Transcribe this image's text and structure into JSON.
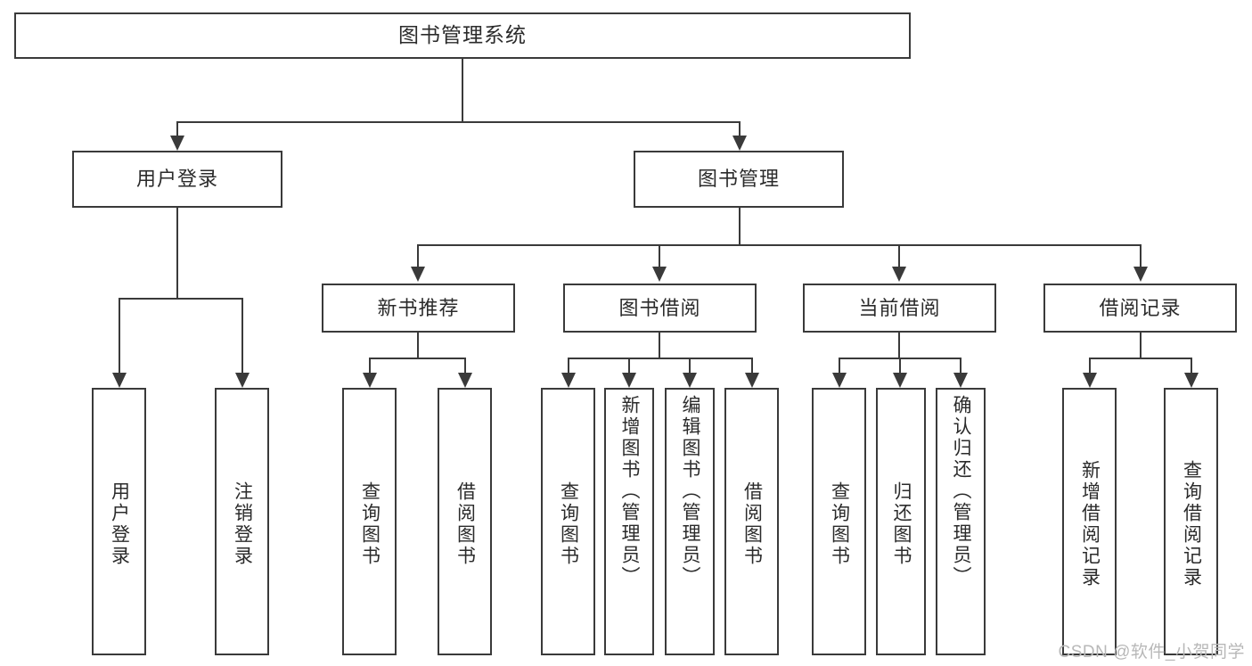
{
  "diagram": {
    "title": "图书管理系统",
    "type": "tree",
    "watermark": "CSDN @软件_小贺同学",
    "colors": {
      "stroke": "#3a3a3a",
      "text": "#2b2b2b",
      "background": "#ffffff",
      "watermark": "#b8b8b8"
    },
    "root": {
      "label": "图书管理系统"
    },
    "level1": [
      {
        "label": "用户登录"
      },
      {
        "label": "图书管理"
      }
    ],
    "level2": [
      {
        "label": "新书推荐"
      },
      {
        "label": "图书借阅"
      },
      {
        "label": "当前借阅"
      },
      {
        "label": "借阅记录"
      }
    ],
    "leaves": {
      "user_login": [
        {
          "label": "用户登录"
        },
        {
          "label": "注销登录"
        }
      ],
      "new_book_recommend": [
        {
          "label": "查询图书"
        },
        {
          "label": "借阅图书"
        }
      ],
      "book_borrow": [
        {
          "label": "查询图书"
        },
        {
          "label": "新增图书（管理员）"
        },
        {
          "label": "编辑图书（管理员）"
        },
        {
          "label": "借阅图书"
        }
      ],
      "current_borrow": [
        {
          "label": "查询图书"
        },
        {
          "label": "归还图书"
        },
        {
          "label": "确认归还（管理员）"
        }
      ],
      "borrow_record": [
        {
          "label": "新增借阅记录"
        },
        {
          "label": "查询借阅记录"
        }
      ]
    }
  }
}
